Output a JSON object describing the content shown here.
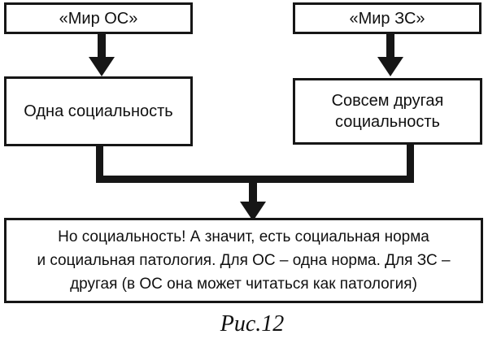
{
  "figure": {
    "caption": "Рис.12",
    "colors": {
      "line": "#161616",
      "text": "#101010",
      "background": "#ffffff"
    }
  },
  "boxes": {
    "world_os": {
      "label": "«Мир ОС»"
    },
    "world_zs": {
      "label": "«Мир ЗС»"
    },
    "one_sociality": {
      "label": "Одна социальность"
    },
    "other_sociality": {
      "label": "Совсем другая социальность"
    },
    "conclusion": {
      "lines": [
        "Но социальность! А значит, есть социальная норма",
        "и социальная патология. Для ОС – одна норма. Для ЗС –",
        "другая (в ОС она может читаться как патология)"
      ]
    }
  }
}
